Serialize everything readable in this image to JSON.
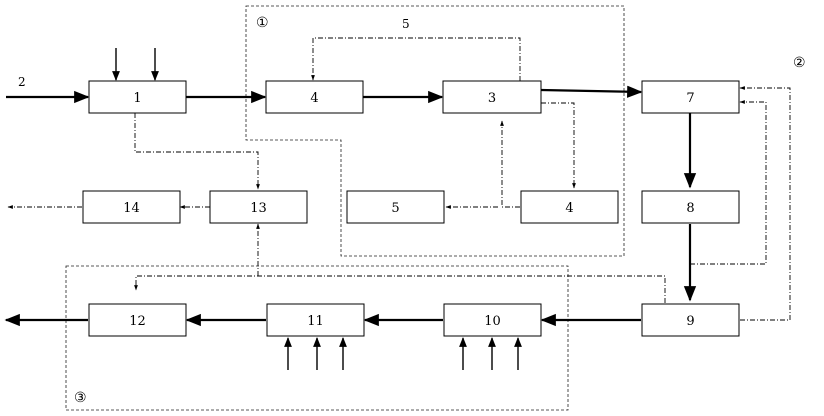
{
  "diagram": {
    "boxes": [
      {
        "id": "b1",
        "label": "1"
      },
      {
        "id": "b4a",
        "label": "4"
      },
      {
        "id": "b3",
        "label": "3"
      },
      {
        "id": "b7",
        "label": "7"
      },
      {
        "id": "b14",
        "label": "14"
      },
      {
        "id": "b13",
        "label": "13"
      },
      {
        "id": "b5",
        "label": "5"
      },
      {
        "id": "b4b",
        "label": "4"
      },
      {
        "id": "b8",
        "label": "8"
      },
      {
        "id": "b12",
        "label": "12"
      },
      {
        "id": "b11",
        "label": "11"
      },
      {
        "id": "b10",
        "label": "10"
      },
      {
        "id": "b9",
        "label": "9"
      }
    ],
    "free_labels": {
      "input_stream": "2",
      "recycle_stream": "5"
    },
    "zones": [
      {
        "id": "zone1",
        "label": "①"
      },
      {
        "id": "zone2",
        "label": "②"
      },
      {
        "id": "zone3",
        "label": "③"
      }
    ],
    "colors": {
      "line": "#000000",
      "box_fill": "#ffffff"
    }
  }
}
